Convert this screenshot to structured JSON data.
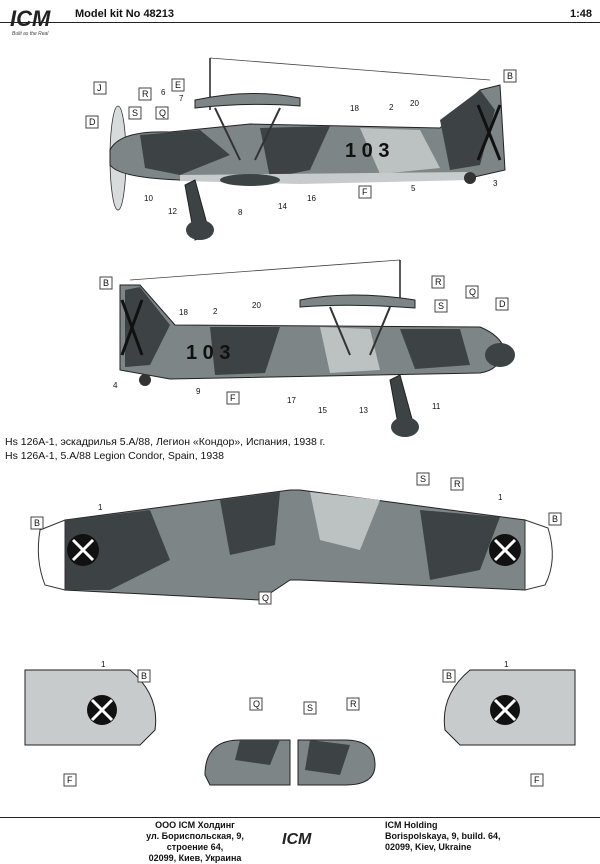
{
  "header": {
    "model_kit": "Model kit No 48213",
    "scale": "1:48",
    "brand": "ICM",
    "tagline": "Bulit as the Real"
  },
  "captions": {
    "russian": "Hs 126A-1, эскадрилья  5.A/88, Легион «Кондор», Испания, 1938 г.",
    "english": "Hs 126A-1, 5.A/88 Legion Condor, Spain, 1938"
  },
  "side_codes": {
    "right_side": "1 0 3",
    "left_side": "1 0 3"
  },
  "callouts_right_side": {
    "letters": [
      "J",
      "S",
      "R",
      "Q",
      "E",
      "D",
      "F",
      "B"
    ],
    "numbers": [
      "6",
      "7",
      "18",
      "2",
      "20",
      "10",
      "12",
      "8",
      "14",
      "16",
      "5",
      "3"
    ]
  },
  "callouts_left_side": {
    "letters": [
      "B",
      "R",
      "S",
      "Q",
      "D",
      "F"
    ],
    "numbers": [
      "18",
      "2",
      "20",
      "4",
      "9",
      "17",
      "15",
      "13",
      "11"
    ]
  },
  "callouts_wing_top": {
    "letters": [
      "S",
      "R",
      "B",
      "B",
      "Q"
    ],
    "numbers": [
      "1",
      "1"
    ]
  },
  "callouts_wing_under": {
    "letters": [
      "B",
      "F",
      "B",
      "F"
    ],
    "numbers": [
      "1",
      "1"
    ]
  },
  "callouts_tailplane": {
    "letters": [
      "Q",
      "S",
      "R"
    ]
  },
  "footer": {
    "ru_company": "ООО ICM Холдинг",
    "ru_address": "ул. Бориспольская, 9, строение 64,",
    "ru_city": "02099, Киев, Украина",
    "en_company": "ICM Holding",
    "en_address": "Borispolskaya, 9, build. 64,",
    "en_city": "02099, Kiev, Ukraine"
  },
  "colors": {
    "camo_dark": "#3d4345",
    "camo_mid": "#7d8587",
    "camo_light": "#bcc1c2",
    "underside": "#c7cbcc",
    "marking_black": "#111111"
  }
}
